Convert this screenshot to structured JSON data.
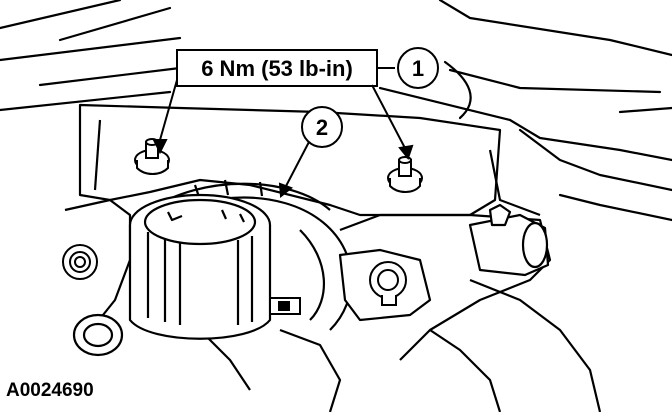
{
  "torque_label": "6 Nm (53 lb-in)",
  "callouts": [
    "1",
    "2"
  ],
  "figure_id": "A0024690",
  "colors": {
    "ink": "#000000",
    "paper": "#ffffff"
  }
}
